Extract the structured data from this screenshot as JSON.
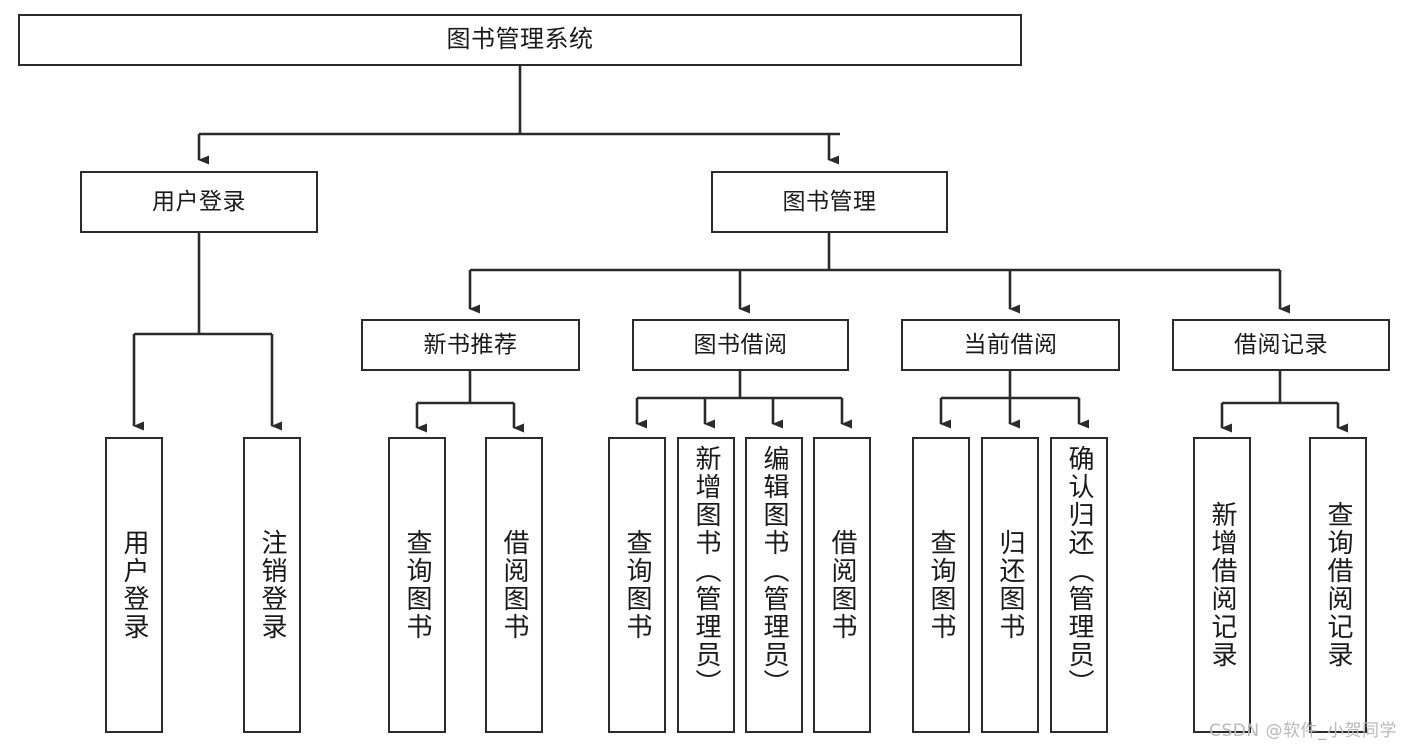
{
  "diagram": {
    "title": "图书管理系统",
    "type": "hierarchy-tree",
    "colors": {
      "box_border": "#2b2b2b",
      "box_fill": "#ffffff",
      "edge": "#2b2b2b",
      "text": "#1a1a1a",
      "watermark": "#b9b9b9",
      "canvas": "#ffffff"
    },
    "root": {
      "label": "图书管理系统"
    },
    "level2": [
      {
        "label": "用户登录"
      },
      {
        "label": "图书管理"
      }
    ],
    "level3": [
      {
        "label": "新书推荐"
      },
      {
        "label": "图书借阅"
      },
      {
        "label": "当前借阅"
      },
      {
        "label": "借阅记录"
      }
    ],
    "leaves": {
      "user_login": [
        {
          "label": "用户登录"
        },
        {
          "label": "注销登录"
        }
      ],
      "new_book_recommend": [
        {
          "label": "查询图书"
        },
        {
          "label": "借阅图书"
        }
      ],
      "book_borrow": [
        {
          "label": "查询图书"
        },
        {
          "label": "新增图书（管理员）"
        },
        {
          "label": "编辑图书（管理员）"
        },
        {
          "label": "借阅图书"
        }
      ],
      "current_borrow": [
        {
          "label": "查询图书"
        },
        {
          "label": "归还图书"
        },
        {
          "label": "确认归还（管理员）"
        }
      ],
      "borrow_record": [
        {
          "label": "新增借阅记录"
        },
        {
          "label": "查询借阅记录"
        }
      ]
    }
  },
  "watermark": {
    "text": "CSDN @软件_小贺同学"
  }
}
